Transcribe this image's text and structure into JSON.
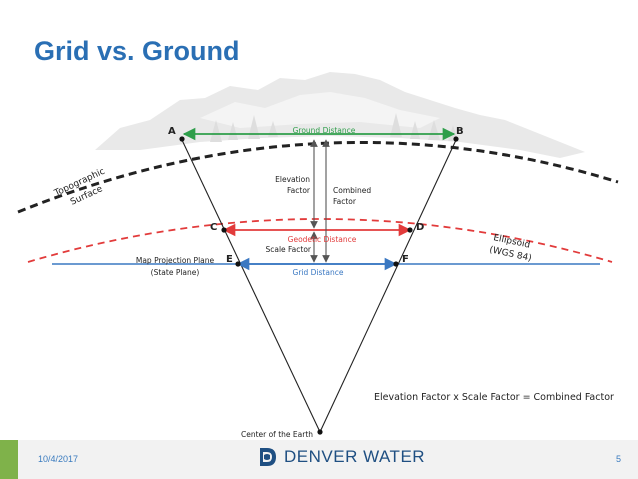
{
  "slide": {
    "title": "Grid vs. Ground"
  },
  "points": {
    "a": "A",
    "b": "B",
    "c": "C",
    "d": "D",
    "e": "E",
    "f": "F"
  },
  "labels": {
    "ground_distance": "Ground Distance",
    "geodetic_distance": "Geodetic Distance",
    "grid_distance": "Grid Distance",
    "elevation_factor_line1": "Elevation",
    "elevation_factor_line2": "Factor",
    "combined_factor_line1": "Combined",
    "combined_factor_line2": "Factor",
    "scale_factor": "Scale Factor",
    "topographic_line1": "Topographic",
    "topographic_line2": "Surface",
    "ellipsoid_line1": "Ellipsoid",
    "ellipsoid_line2": "(WGS 84)",
    "map_plane_line1": "Map Projection Plane",
    "map_plane_line2": "(State Plane)",
    "center_of_earth": "Center of the Earth",
    "formula": "Elevation Factor x Scale Factor = Combined Factor"
  },
  "colors": {
    "title": "#2a6fb4",
    "ground": "#2e9e4a",
    "geodetic": "#e23b3b",
    "grid": "#3a78c2",
    "accent": "#7fb24a",
    "brand": "#1f4f82"
  },
  "footer": {
    "date": "10/4/2017",
    "brand": "DENVER WATER",
    "page": "5",
    "logo_icon": "denver-water-logo-icon"
  }
}
